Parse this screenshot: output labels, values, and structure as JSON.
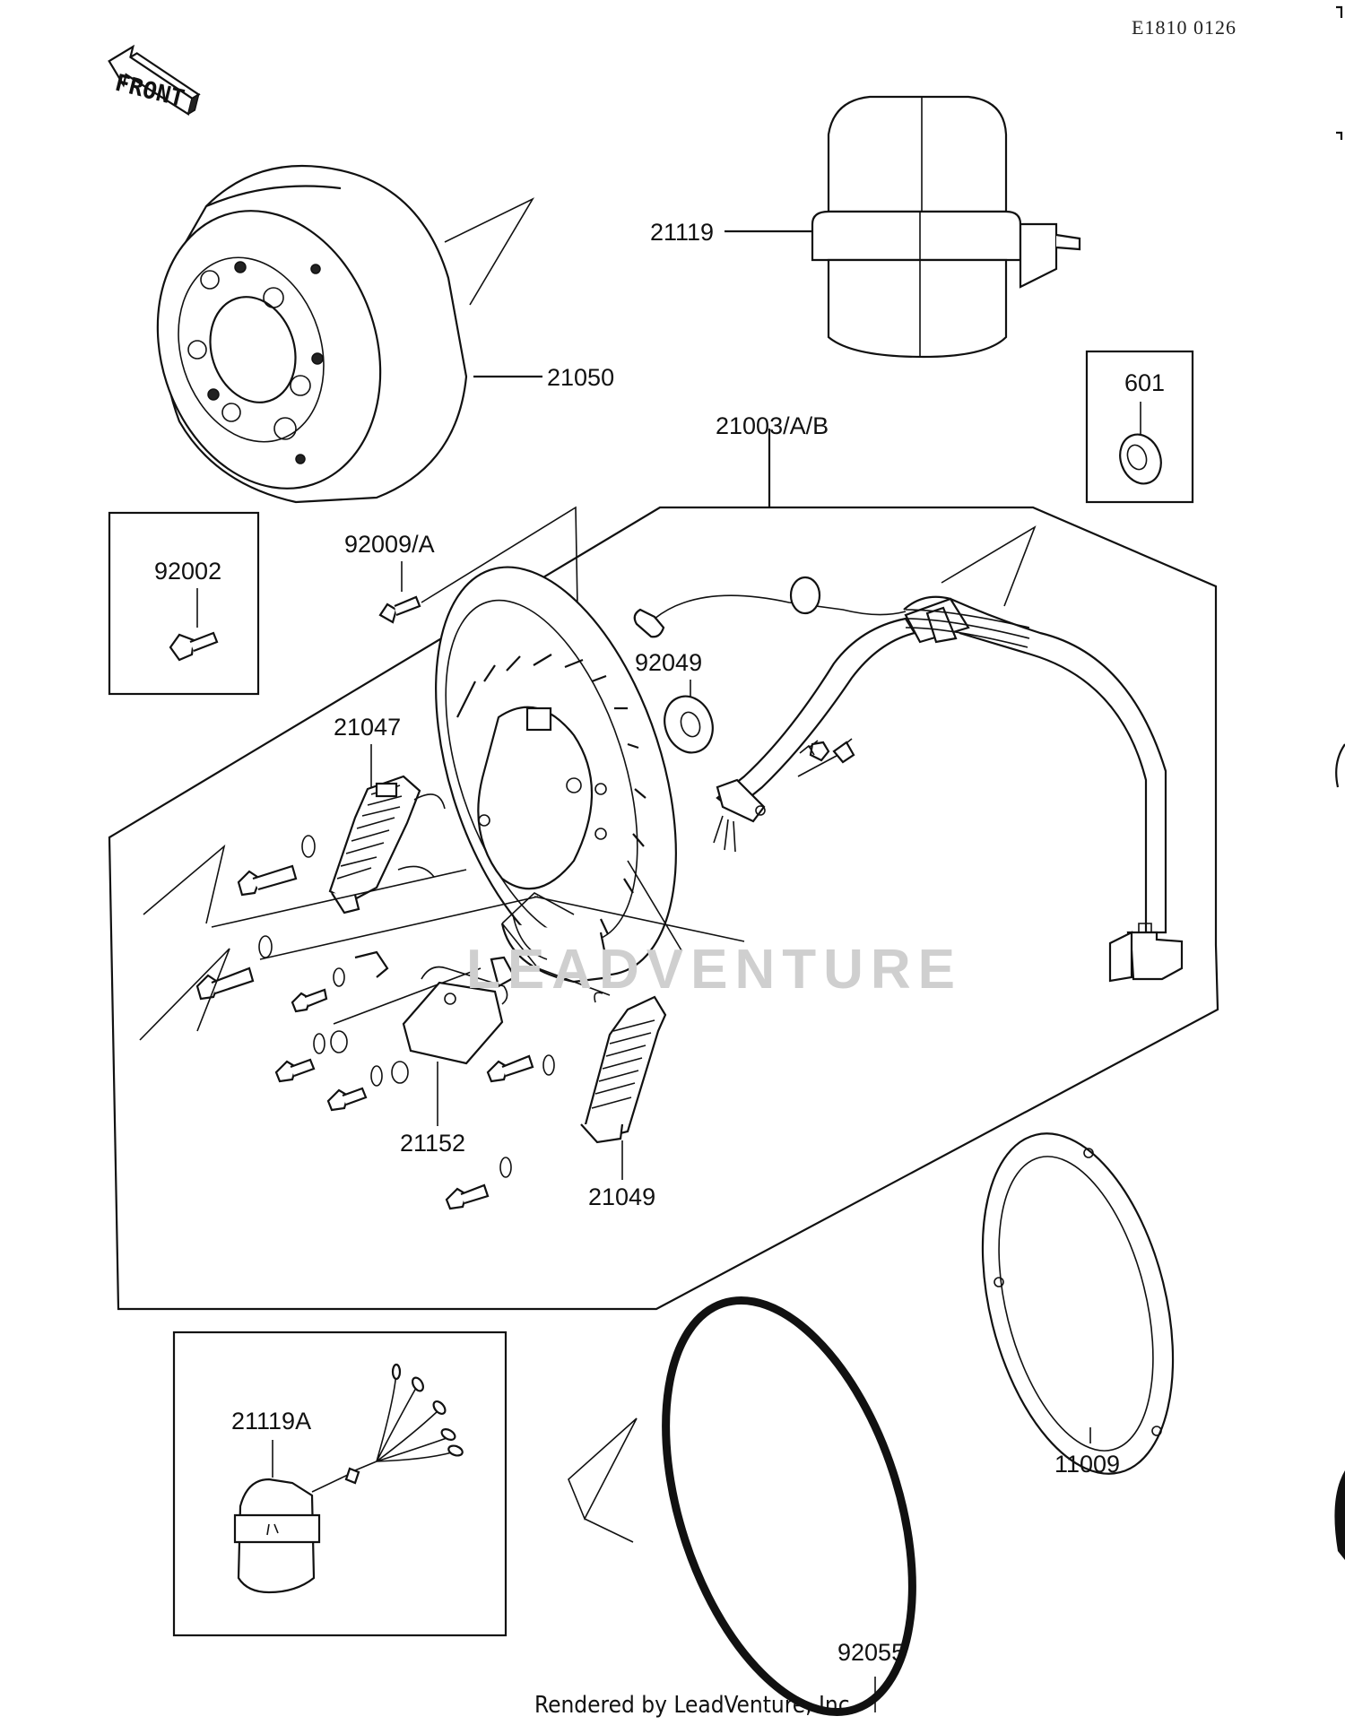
{
  "diagram_code": "E1810 0126",
  "front_label": "FRONT",
  "watermark": "LEADVENTURE",
  "footer": "Rendered by LeadVenture, Inc.",
  "parts": {
    "p21119": "21119",
    "p21050": "21050",
    "p601": "601",
    "p21003": "21003/A/B",
    "p92002": "92002",
    "p92009": "92009/A",
    "p92049": "92049",
    "p21047": "21047",
    "p21152": "21152",
    "p21049": "21049",
    "p21119A": "21119A",
    "p11009": "11009",
    "p92055": "92055"
  }
}
